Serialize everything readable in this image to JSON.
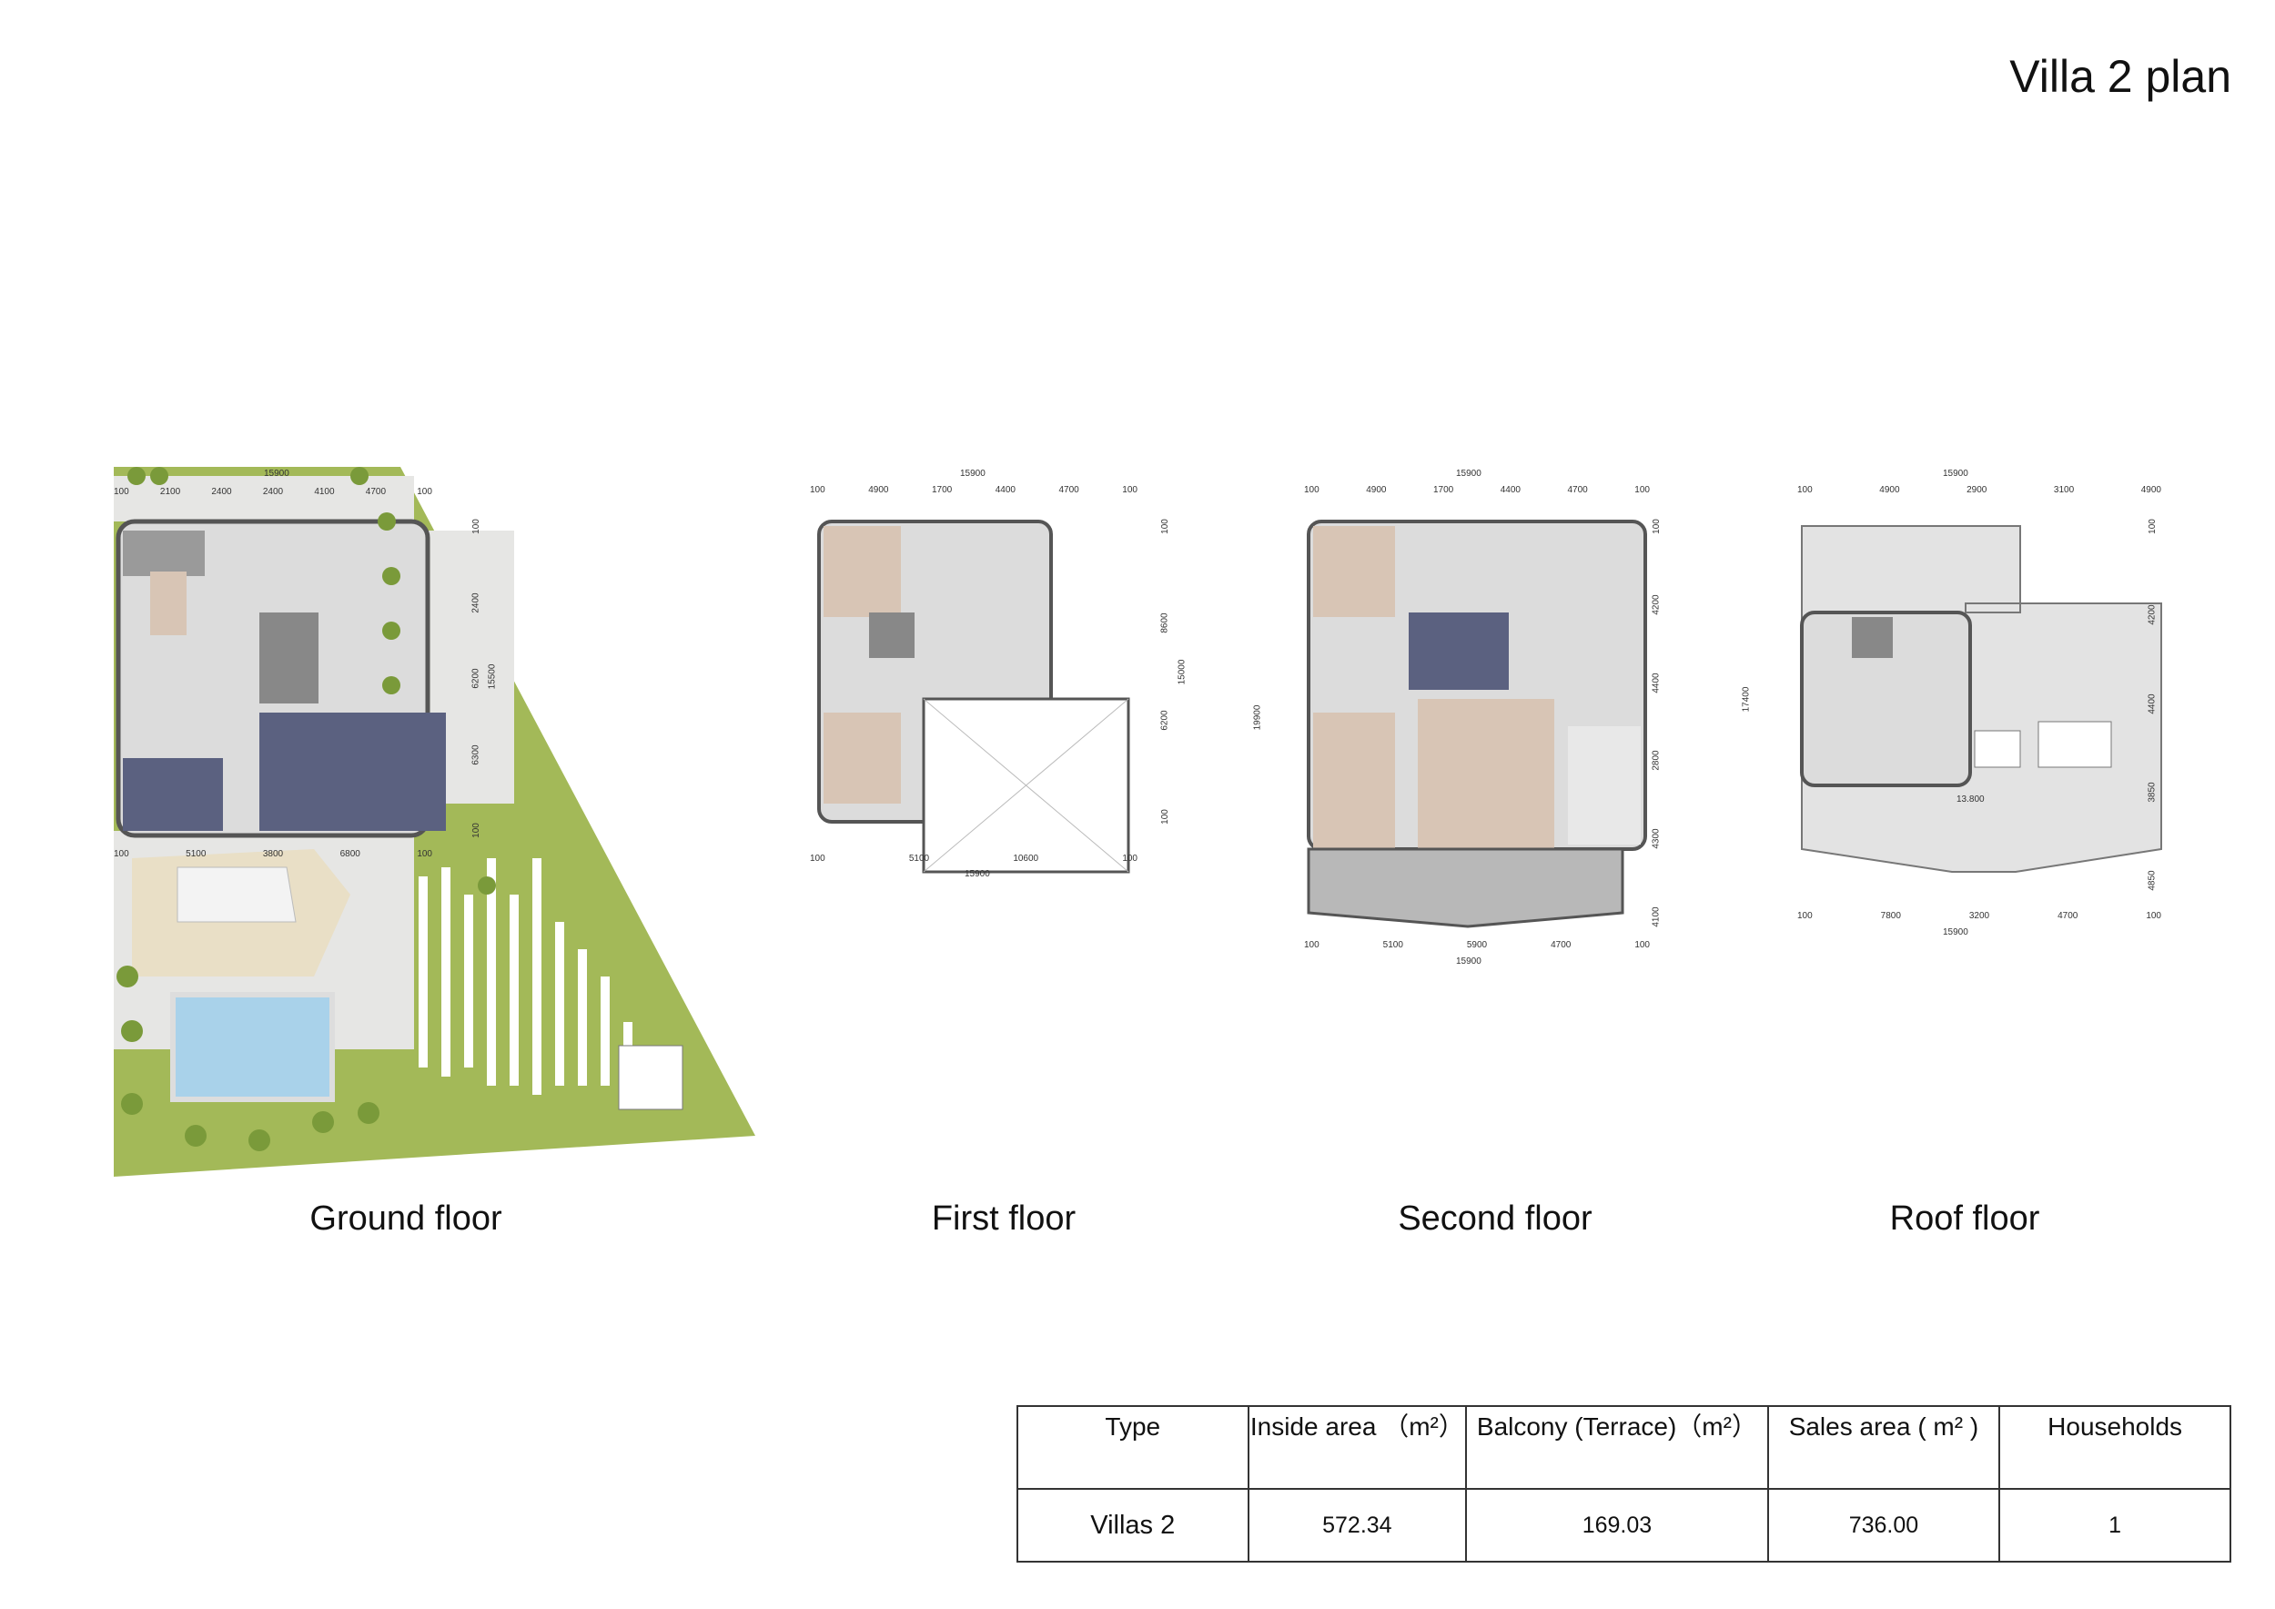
{
  "title": "Villa 2 plan",
  "floors": [
    {
      "name": "Ground floor",
      "dims_top_total": "15900",
      "dims_top": [
        "100",
        "2100",
        "2400",
        "2400",
        "4100",
        "4700",
        "100"
      ],
      "dims_bottom": [
        "100",
        "5100",
        "3800",
        "6800",
        "100"
      ],
      "dims_right": [
        "100",
        "2400",
        "6200",
        "6300",
        "100"
      ],
      "dims_right_total": "15500"
    },
    {
      "name": "First floor",
      "dims_top_total": "15900",
      "dims_top": [
        "100",
        "4900",
        "1700",
        "4400",
        "4700",
        "100"
      ],
      "dims_bottom": [
        "100",
        "5100",
        "10600",
        "100"
      ],
      "dims_bottom_total": "15900",
      "dims_right": [
        "100",
        "8600",
        "6200",
        "100"
      ],
      "dims_right_total": "15000"
    },
    {
      "name": "Second floor",
      "dims_top_total": "15900",
      "dims_top": [
        "100",
        "4900",
        "1700",
        "4400",
        "4700",
        "100"
      ],
      "dims_bottom": [
        "100",
        "5100",
        "5900",
        "4700",
        "100"
      ],
      "dims_bottom_total": "15900",
      "dims_right": [
        "100",
        "4200",
        "4400",
        "2800",
        "4300",
        "4100"
      ],
      "dims_right_total": "19900"
    },
    {
      "name": "Roof floor",
      "dims_top_total": "15900",
      "dims_top": [
        "100",
        "4900",
        "2900",
        "3100",
        "4900"
      ],
      "dims_bottom": [
        "100",
        "7800",
        "3200",
        "4700",
        "100"
      ],
      "dims_bottom_total": "15900",
      "dims_right": [
        "100",
        "4200",
        "4400",
        "3850",
        "4850"
      ],
      "dims_right_total": "17400",
      "elevation": "13.800"
    }
  ],
  "table": {
    "headers": [
      "Type",
      "Inside area （m²）",
      "Balcony (Terrace)（m²）",
      "Sales area ( m² )",
      "Households"
    ],
    "rows": [
      {
        "type": "Villas 2",
        "inside_area": "572.34",
        "balcony": "169.03",
        "sales_area": "736.00",
        "households": "1"
      }
    ]
  },
  "colors": {
    "lawn": "#a3b958",
    "paving": "#e6e6e4",
    "floor": "#dcdcdc",
    "wall": "#555555",
    "pool": "#a9d2ea",
    "warm_room": "#d8c5b5",
    "carpet": "#5b6180"
  }
}
